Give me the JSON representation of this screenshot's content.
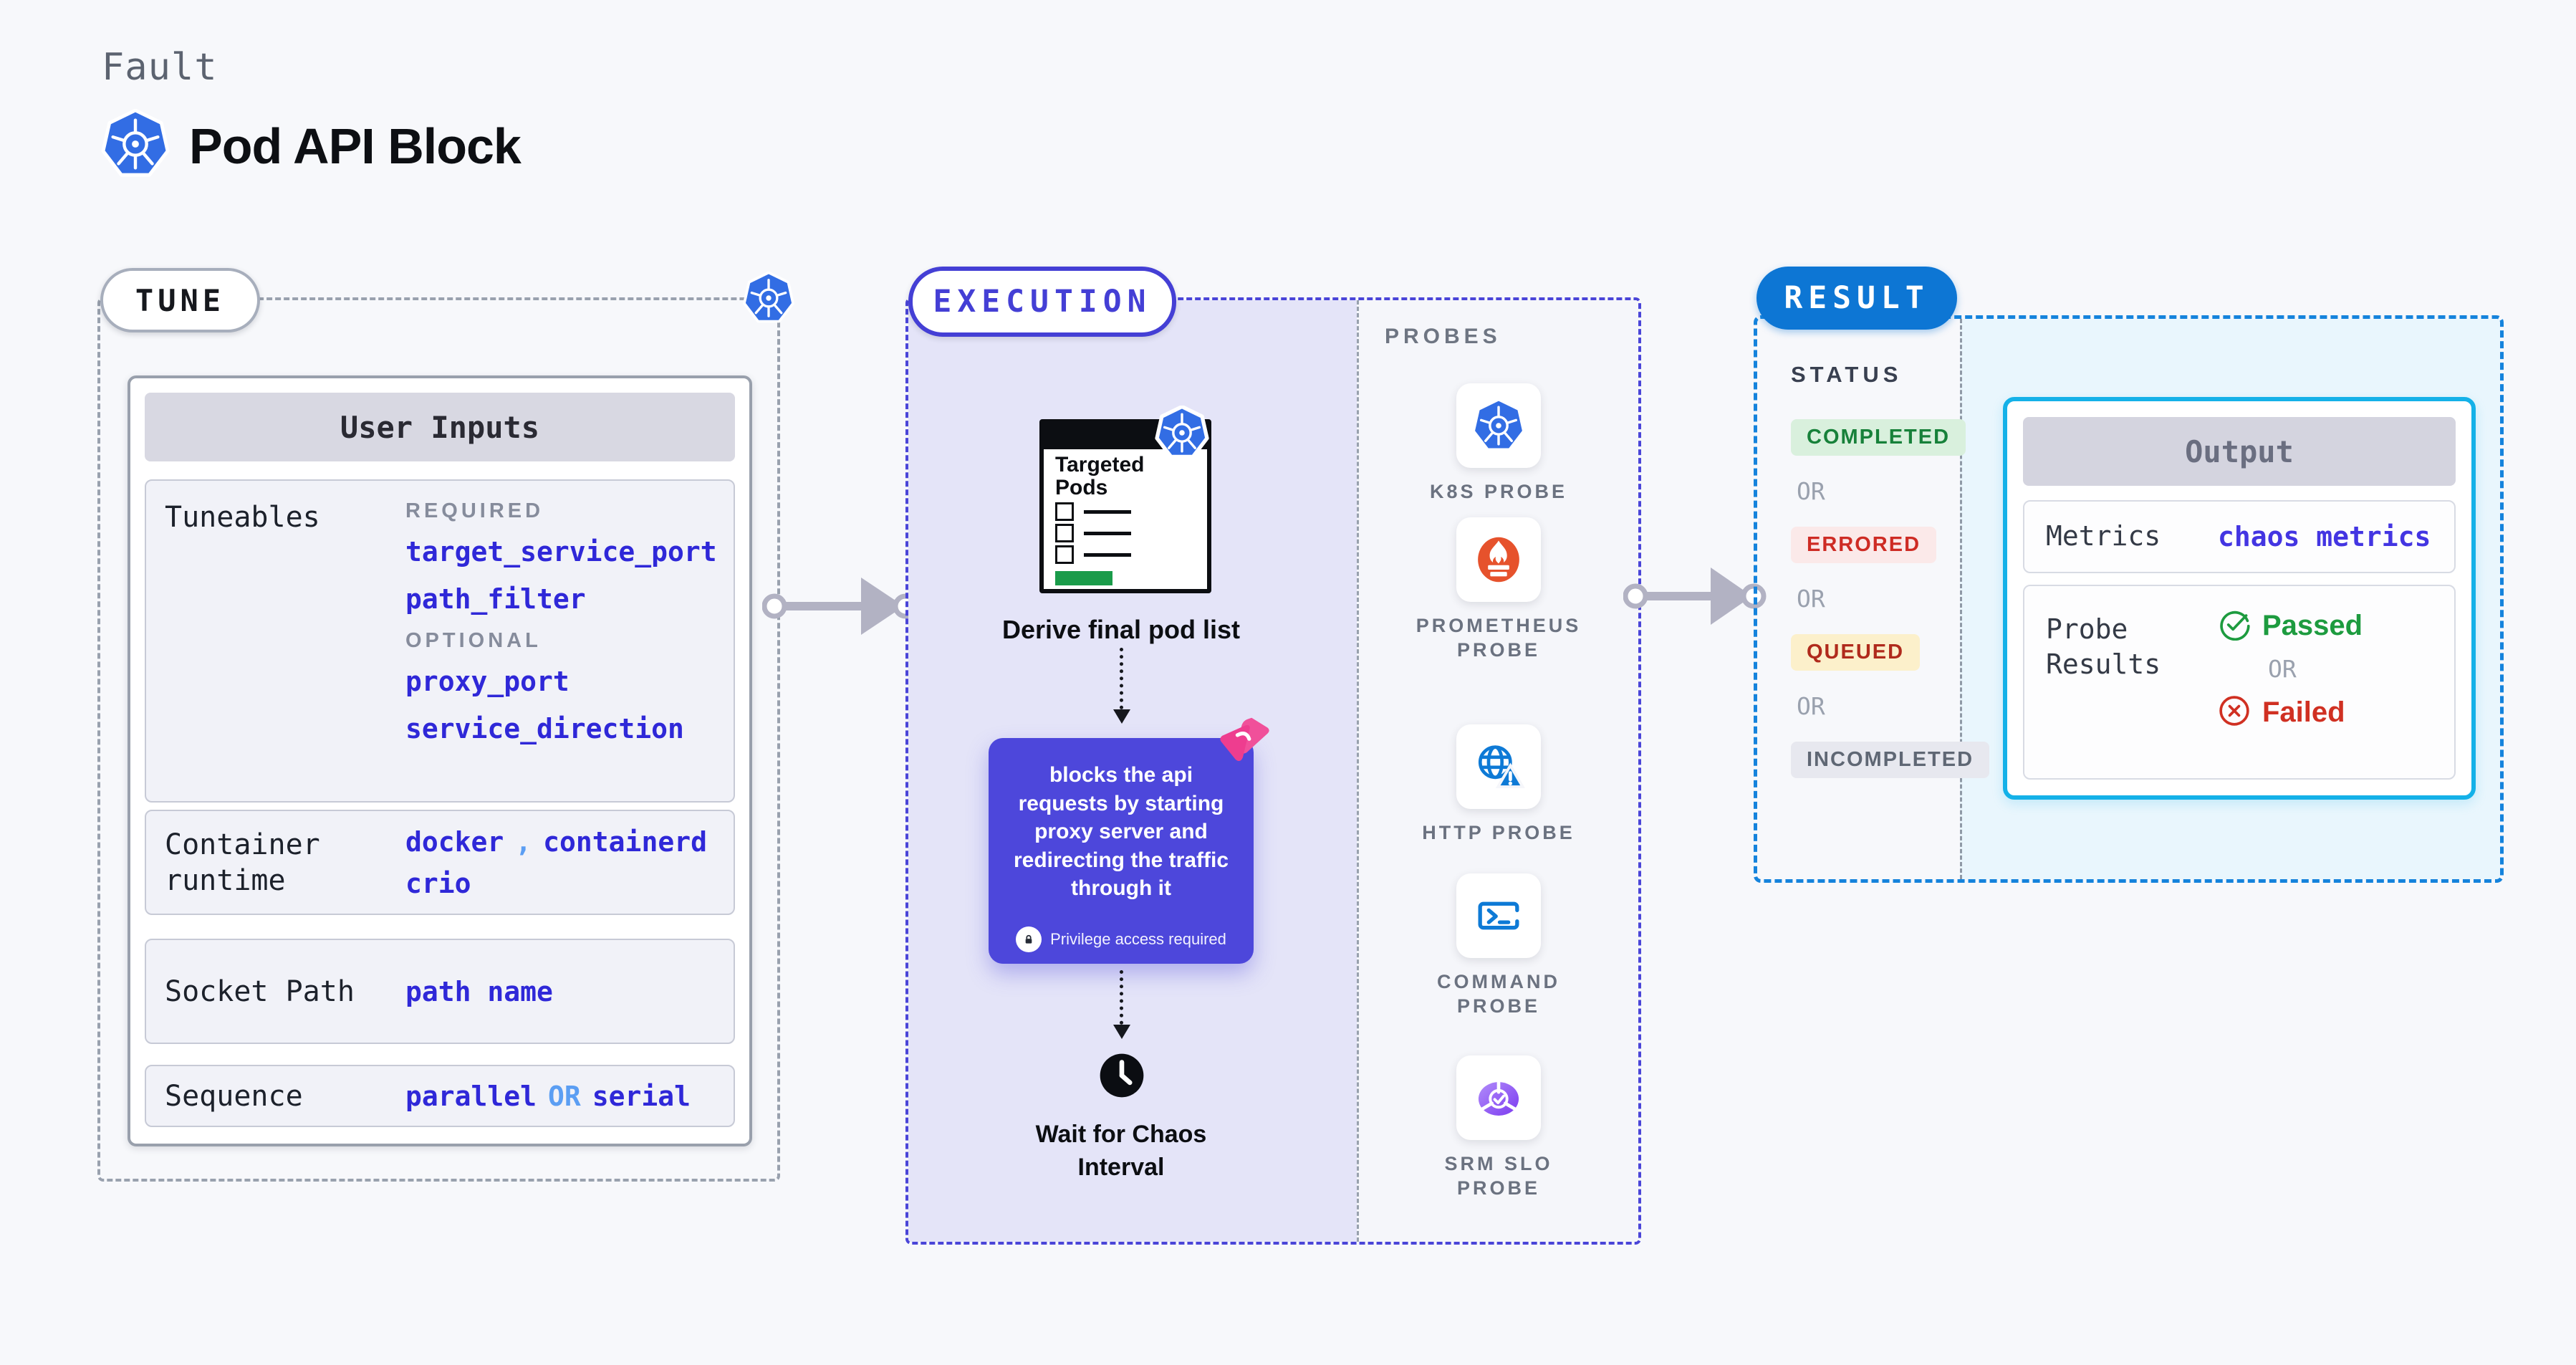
{
  "header": {
    "kicker": "Fault",
    "title": "Pod API Block"
  },
  "tune": {
    "badge": "TUNE",
    "card_title": "User Inputs",
    "rows": {
      "tuneables": {
        "label": "Tuneables",
        "required_label": "REQUIRED",
        "required_values": [
          "target_service_port",
          "path_filter"
        ],
        "optional_label": "OPTIONAL",
        "optional_values": [
          "proxy_port",
          "service_direction"
        ]
      },
      "container_runtime": {
        "label": "Container runtime",
        "values": [
          "docker",
          "containerd",
          "crio"
        ],
        "separator": ","
      },
      "socket_path": {
        "label": "Socket Path",
        "value": "path name"
      },
      "sequence": {
        "label": "Sequence",
        "value_a": "parallel",
        "or": "OR",
        "value_b": "serial"
      }
    }
  },
  "execution": {
    "badge": "EXECUTION",
    "clipboard_title": "Targeted Pods",
    "step_derive": "Derive final pod list",
    "action_text": "blocks the api requests by starting proxy server and redirecting the traffic through it",
    "privilege_note": "Privilege access required",
    "step_wait": "Wait for Chaos Interval"
  },
  "probes": {
    "title": "PROBES",
    "items": [
      {
        "label": "K8S PROBE",
        "icon": "kubernetes-icon"
      },
      {
        "label": "PROMETHEUS PROBE",
        "icon": "prometheus-icon"
      },
      {
        "label": "HTTP PROBE",
        "icon": "globe-warning-icon"
      },
      {
        "label": "COMMAND PROBE",
        "icon": "terminal-icon"
      },
      {
        "label": "SRM SLO PROBE",
        "icon": "slo-gauge-check-icon"
      }
    ]
  },
  "result": {
    "badge": "RESULT",
    "status_label": "STATUS",
    "or_label": "OR",
    "statuses": [
      {
        "label": "COMPLETED",
        "type": "success"
      },
      {
        "label": "ERRORED",
        "type": "error"
      },
      {
        "label": "QUEUED",
        "type": "warning"
      },
      {
        "label": "INCOMPLETED",
        "type": "neutral"
      }
    ],
    "output": {
      "title": "Output",
      "metrics_label": "Metrics",
      "metrics_value": "chaos metrics",
      "probe_results_label": "Probe Results",
      "passed_label": "Passed",
      "or_label": "OR",
      "failed_label": "Failed"
    }
  },
  "colors": {
    "page_bg": "#f7f8fb",
    "lavender": "#e4e4f8",
    "indigo_border": "#4a45d8",
    "action_purple": "#4d47db",
    "result_blue": "#0d76d4",
    "result_dash_blue": "#1583dc",
    "output_cyan": "#14b1e8",
    "value_blue": "#2f28d8",
    "connector_blue": "#5b9ef3",
    "kubernetes_blue": "#326de4",
    "prometheus_orange": "#e6522c",
    "litmus_pink": "#ee4d93",
    "clipboard_green": "#1a9b4a",
    "success_green": "#17813a",
    "error_red": "#ce2b24",
    "warning_yellow_bg": "#fcf0cb",
    "arrow_gray": "#b2b2c3"
  }
}
